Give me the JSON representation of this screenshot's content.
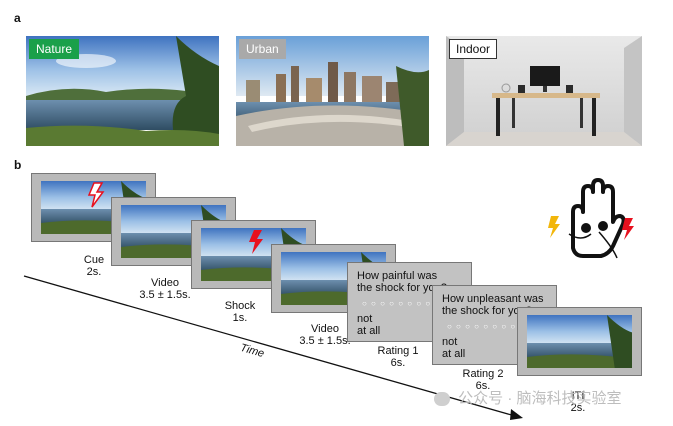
{
  "panel_a": {
    "letter": "a",
    "scenes": [
      {
        "label": "Nature",
        "label_bg": "#1aa04a",
        "label_color": "#ffffff"
      },
      {
        "label": "Urban",
        "label_bg": "#a9a9a9",
        "label_color": "#ffffff"
      },
      {
        "label": "Indoor",
        "label_bg": "#ffffff",
        "label_color": "#111111"
      }
    ]
  },
  "panel_b": {
    "letter": "b",
    "steps": {
      "cue": {
        "name": "Cue",
        "duration": "2s."
      },
      "video1": {
        "name": "Video",
        "duration": "3.5 ± 1.5s."
      },
      "shock": {
        "name": "Shock",
        "duration": "1s."
      },
      "video2": {
        "name": "Video",
        "duration": "3.5 ± 1.5s."
      },
      "rating1": {
        "question_line1": "How painful was",
        "question_line2": "the shock for you?",
        "anchor_line1": "not",
        "anchor_line2": "at all",
        "name": "Rating 1",
        "duration": "6s."
      },
      "rating2": {
        "question_line1": "How unpleasant was",
        "question_line2": "the shock for you?",
        "anchor_line1": "not",
        "anchor_line2": "at all",
        "name": "Rating 2",
        "duration": "6s."
      },
      "iti": {
        "name": "ITI",
        "duration": "2s."
      }
    },
    "time_label": "Time",
    "colors": {
      "shock": "#e8101e",
      "cue_outline": "#e8101e",
      "bolt_yellow": "#f2b60a"
    }
  },
  "watermark": "公众号 · 脑海科技实验室"
}
